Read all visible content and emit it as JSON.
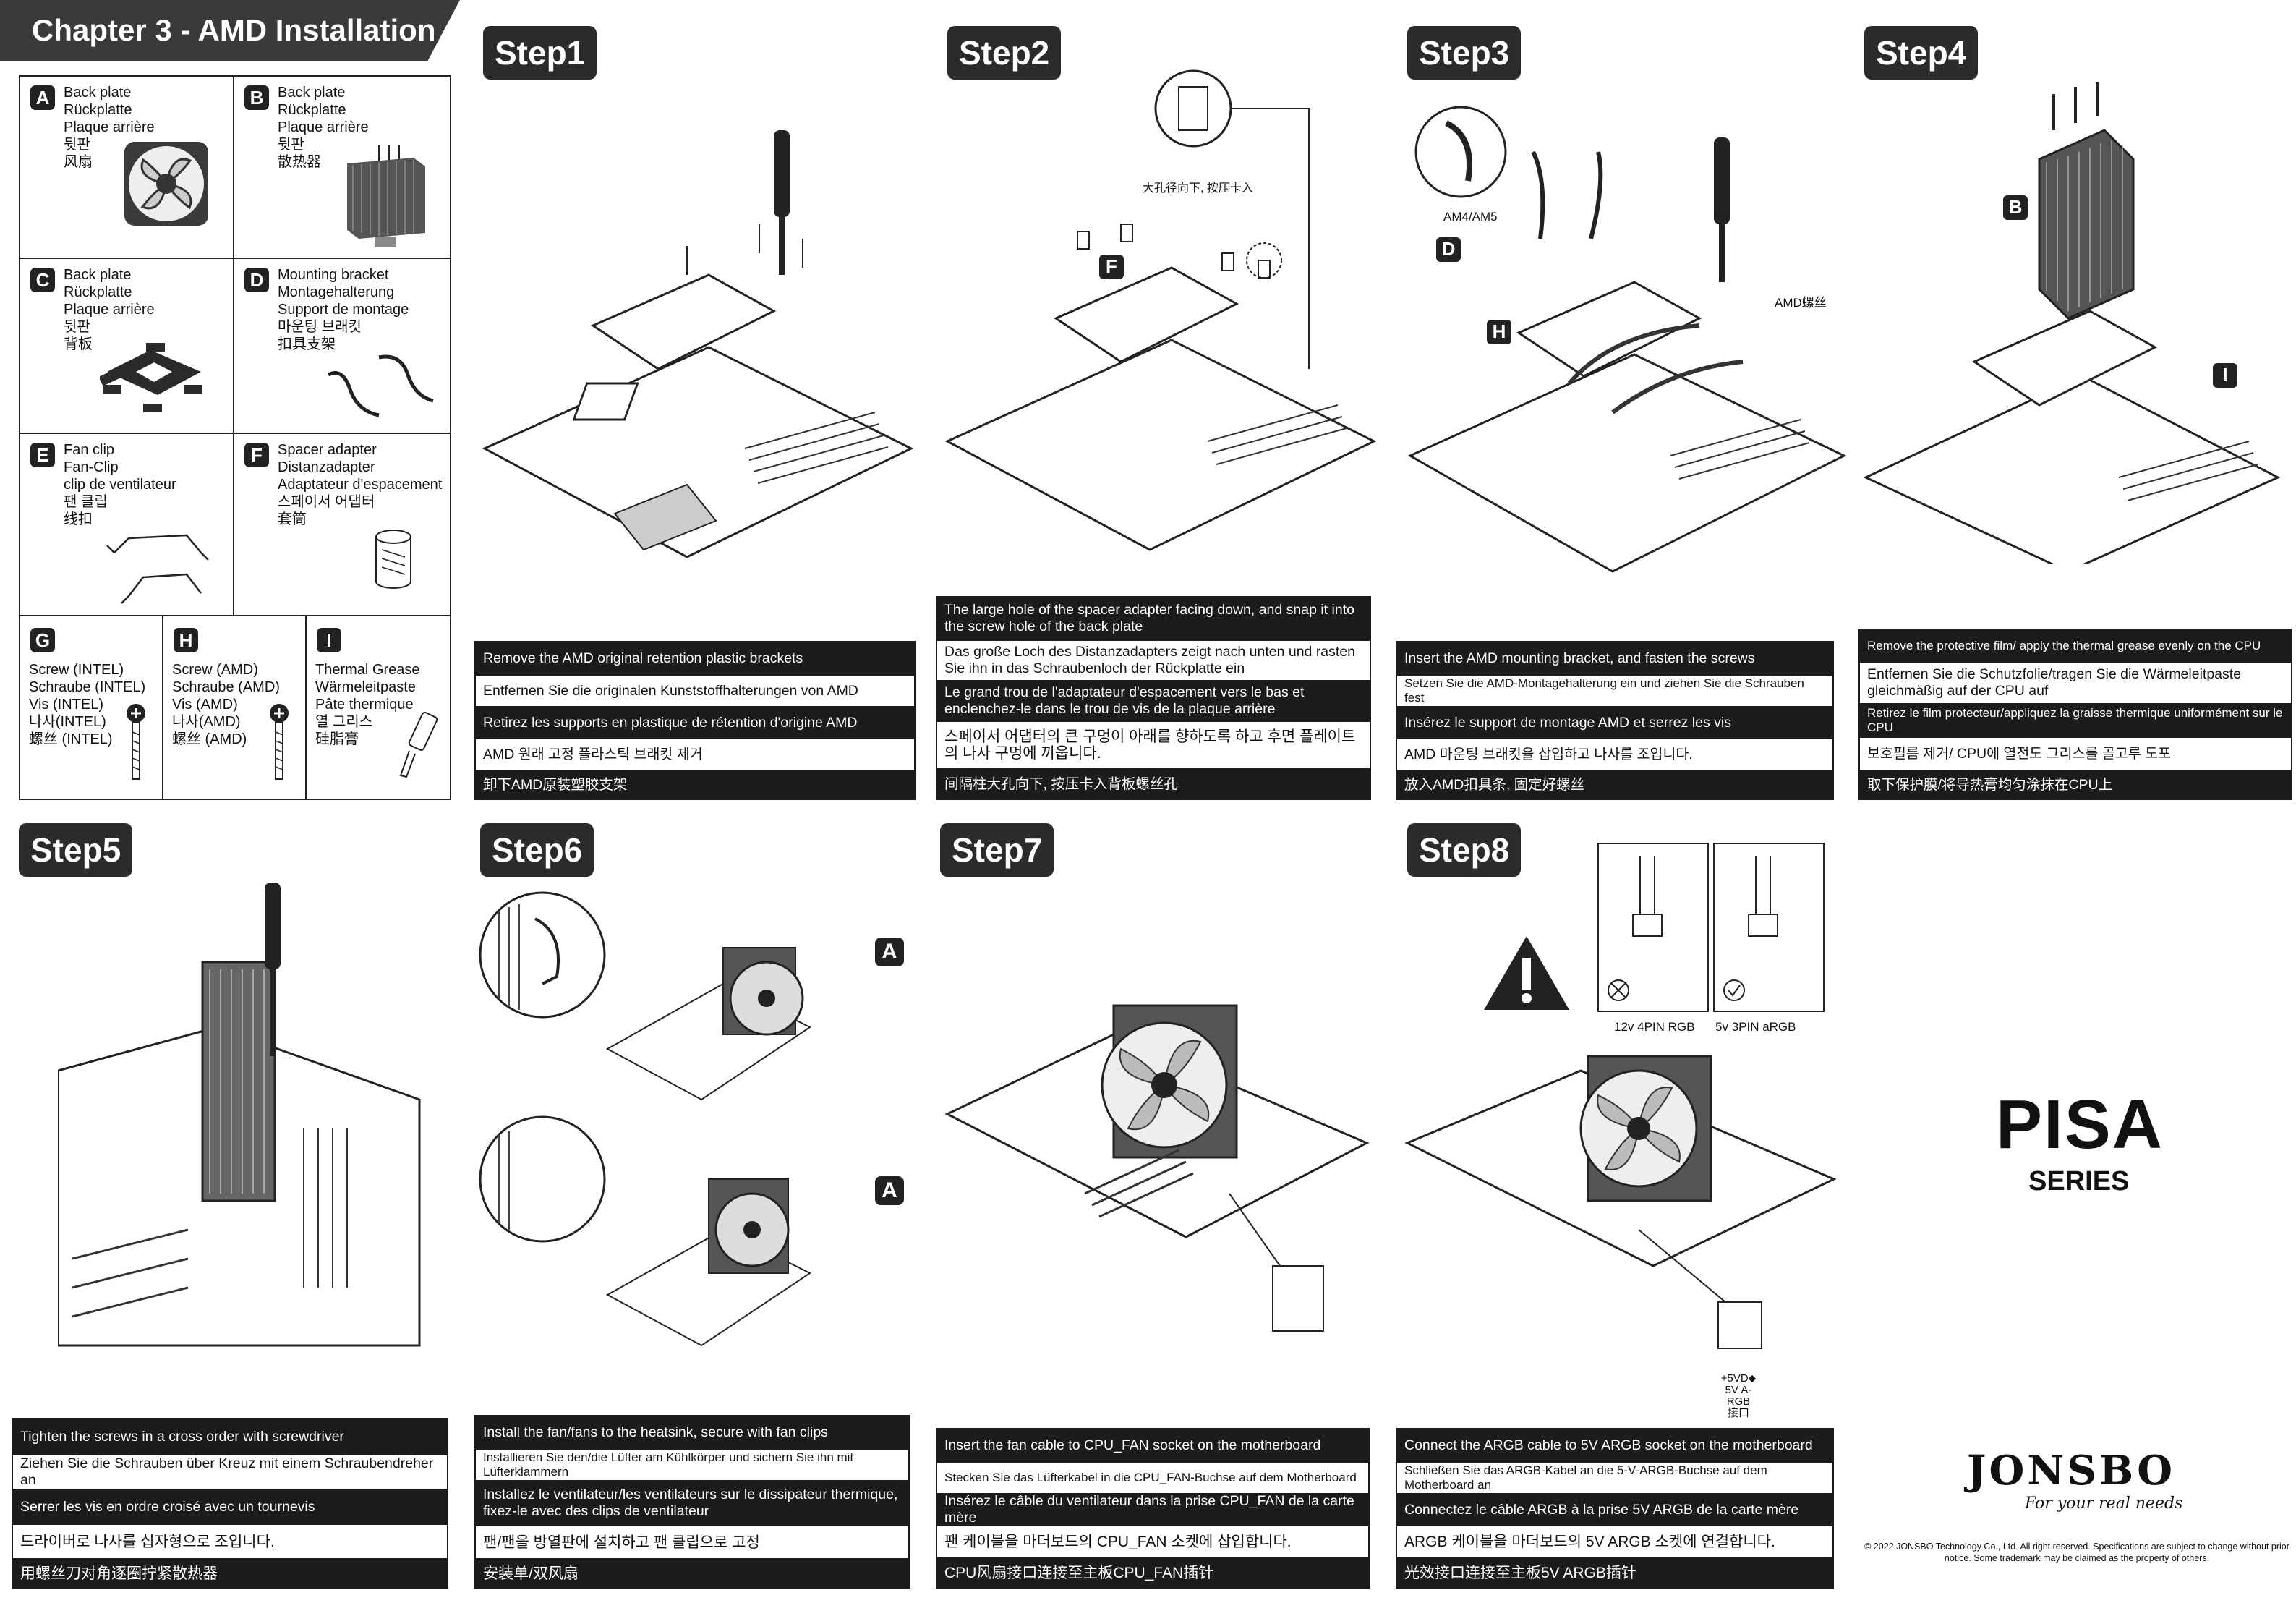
{
  "chapter_title": "Chapter 3 - AMD Installation",
  "parts": [
    {
      "letter": "A",
      "names": "Back plate\nRückplatte\nPlaque arrière\n뒷판\n风扇"
    },
    {
      "letter": "B",
      "names": "Back plate\nRückplatte\nPlaque arrière\n뒷판\n散热器"
    },
    {
      "letter": "C",
      "names": "Back plate\nRückplatte\nPlaque arrière\n뒷판\n背板"
    },
    {
      "letter": "D",
      "names": "Mounting bracket\nMontagehalterung\nSupport de montage\n마운팅 브래킷\n扣具支架"
    },
    {
      "letter": "E",
      "names": "Fan clip\nFan-Clip\nclip de ventilateur\n팬 클립\n线扣"
    },
    {
      "letter": "F",
      "names": "Spacer adapter\nDistanzadapter\nAdaptateur d'espacement\n스페이서 어댑터\n套筒"
    },
    {
      "letter": "G",
      "names": "Screw (INTEL)\nSchraube (INTEL)\nVis (INTEL)\n나사(INTEL)\n螺丝 (INTEL)"
    },
    {
      "letter": "H",
      "names": "Screw (AMD)\nSchraube (AMD)\nVis (AMD)\n나사(AMD)\n螺丝 (AMD)"
    },
    {
      "letter": "I",
      "names": "Thermal Grease\nWärmeleitpaste\nPâte thermique\n열 그리스\n硅脂膏"
    }
  ],
  "steps": [
    {
      "label": "Step1",
      "instructions": [
        "Remove the AMD original retention plastic brackets",
        "Entfernen Sie die originalen Kunststoffhalterungen von AMD",
        "Retirez les supports en plastique de rétention d'origine AMD",
        "AMD 원래 고정 플라스틱 브래킷 제거",
        "卸下AMD原装塑胶支架"
      ]
    },
    {
      "label": "Step2",
      "instructions": [
        "The large hole of the spacer adapter facing down, and snap it into the screw hole of the back plate",
        "Das große Loch des Distanzadapters zeigt nach unten und rasten Sie ihn in das Schraubenloch der Rückplatte ein",
        "Le grand trou de l'adaptateur d'espacement vers le bas et enclenchez-le dans le trou de vis de la plaque arrière",
        "스페이서 어댑터의 큰 구멍이 아래를 향하도록 하고 후면 플레이트의 나사 구멍에 끼웁니다.",
        "间隔柱大孔向下, 按压卡入背板螺丝孔"
      ],
      "notes": [
        "大孔径向下, 按压卡入"
      ]
    },
    {
      "label": "Step3",
      "instructions": [
        "Insert the AMD mounting bracket, and fasten the screws",
        "Setzen Sie die AMD-Montagehalterung ein und ziehen Sie die Schrauben fest",
        "Insérez le support de montage AMD et serrez les vis",
        "AMD 마운팅 브래킷을 삽입하고 나사를 조입니다.",
        "放入AMD扣具条, 固定好螺丝"
      ],
      "notes": [
        "AM4/AM5",
        "AMD螺丝"
      ]
    },
    {
      "label": "Step4",
      "instructions": [
        "Remove the protective film/ apply the thermal grease evenly on the CPU",
        "Entfernen Sie die Schutzfolie/tragen Sie die Wärmeleitpaste gleichmäßig auf der CPU auf",
        "Retirez le film protecteur/appliquez la graisse thermique uniformément sur le CPU",
        "보호필름 제거/ CPU에 열전도 그리스를 골고루 도포",
        "取下保护膜/将导热膏均匀涂抹在CPU上"
      ]
    },
    {
      "label": "Step5",
      "instructions": [
        "Tighten the screws in a cross order with screwdriver",
        "Ziehen Sie die Schrauben über Kreuz mit einem Schraubendreher an",
        "Serrer les vis en ordre croisé avec un tournevis",
        "드라이버로 나사를 십자형으로 조입니다.",
        "用螺丝刀对角逐圈拧紧散热器"
      ]
    },
    {
      "label": "Step6",
      "instructions": [
        "Install the fan/fans to the heatsink, secure with fan clips",
        "Installieren Sie den/die Lüfter am Kühlkörper und sichern Sie ihn mit Lüfterklammern",
        "Installez le ventilateur/les ventilateurs sur le dissipateur thermique, fixez-le avec des clips de ventilateur",
        "팬/팬을 방열판에 설치하고 팬 클립으로 고정",
        "安装单/双风扇"
      ]
    },
    {
      "label": "Step7",
      "instructions": [
        "Insert the fan cable to CPU_FAN socket on the motherboard",
        "Stecken Sie das Lüfterkabel in die CPU_FAN-Buchse auf dem Motherboard",
        "Insérez le câble du ventilateur dans la prise CPU_FAN de la carte mère",
        "팬 케이블을 마더보드의 CPU_FAN 소켓에 삽입합니다.",
        "CPU风扇接口连接至主板CPU_FAN插针"
      ]
    },
    {
      "label": "Step8",
      "instructions": [
        "Connect the ARGB cable to 5V ARGB socket on the motherboard",
        "Schließen Sie das ARGB-Kabel an die 5-V-ARGB-Buchse auf dem Motherboard an",
        "Connectez le câble ARGB à la prise 5V ARGB de la carte mère",
        "ARGB 케이블을 마더보드의 5V ARGB 소켓에 연결합니다.",
        "光效接口连接至主板5V ARGB插针"
      ],
      "notes": [
        "12v 4PIN RGB",
        "5v 3PIN aRGB",
        "+5VD⬥",
        "5V A-RGB",
        "接口"
      ]
    }
  ],
  "brand": {
    "product": "PISA",
    "series": "SERIES",
    "logo": "JONSBO",
    "tagline": "For your real needs",
    "copyright": "© 2022 JONSBO Technology Co., Ltd. All right reserved. Specifications are subject to change without prior notice. Some trademark may be claimed as the property of others."
  }
}
